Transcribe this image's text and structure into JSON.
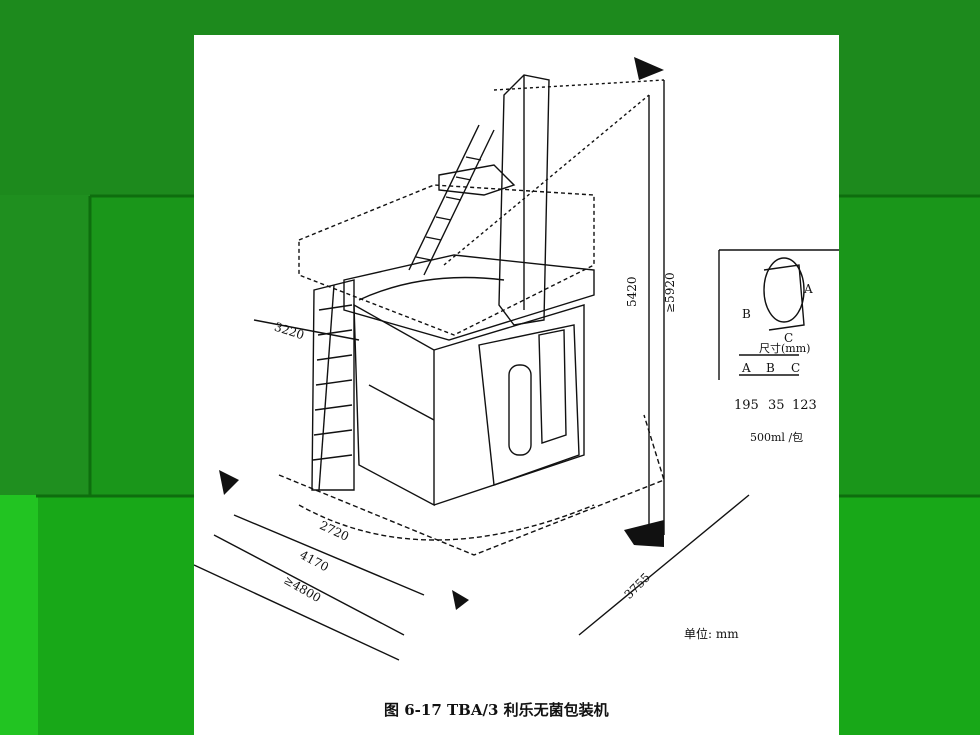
{
  "slide": {
    "bg_color": "#1a8a1a",
    "accent_color": "#22cc22"
  },
  "figure": {
    "caption": "图 6-17 TBA/3 利乐无菌包装机",
    "unit_label": "单位: mm",
    "dimensions": {
      "height_5420": "5420",
      "height_5920": "≥5920",
      "width_3220": "3220",
      "depth_2720": "2720",
      "depth_4170": "4170",
      "depth_4800": "≥4800",
      "width_3755": "3755"
    },
    "package_inset": {
      "label_a": "A",
      "label_b": "B",
      "label_c": "C",
      "size_header": "尺寸(mm)",
      "cols": [
        "A",
        "B",
        "C"
      ],
      "values": [
        "195",
        "35",
        "123"
      ],
      "volume": "500ml /包"
    }
  }
}
